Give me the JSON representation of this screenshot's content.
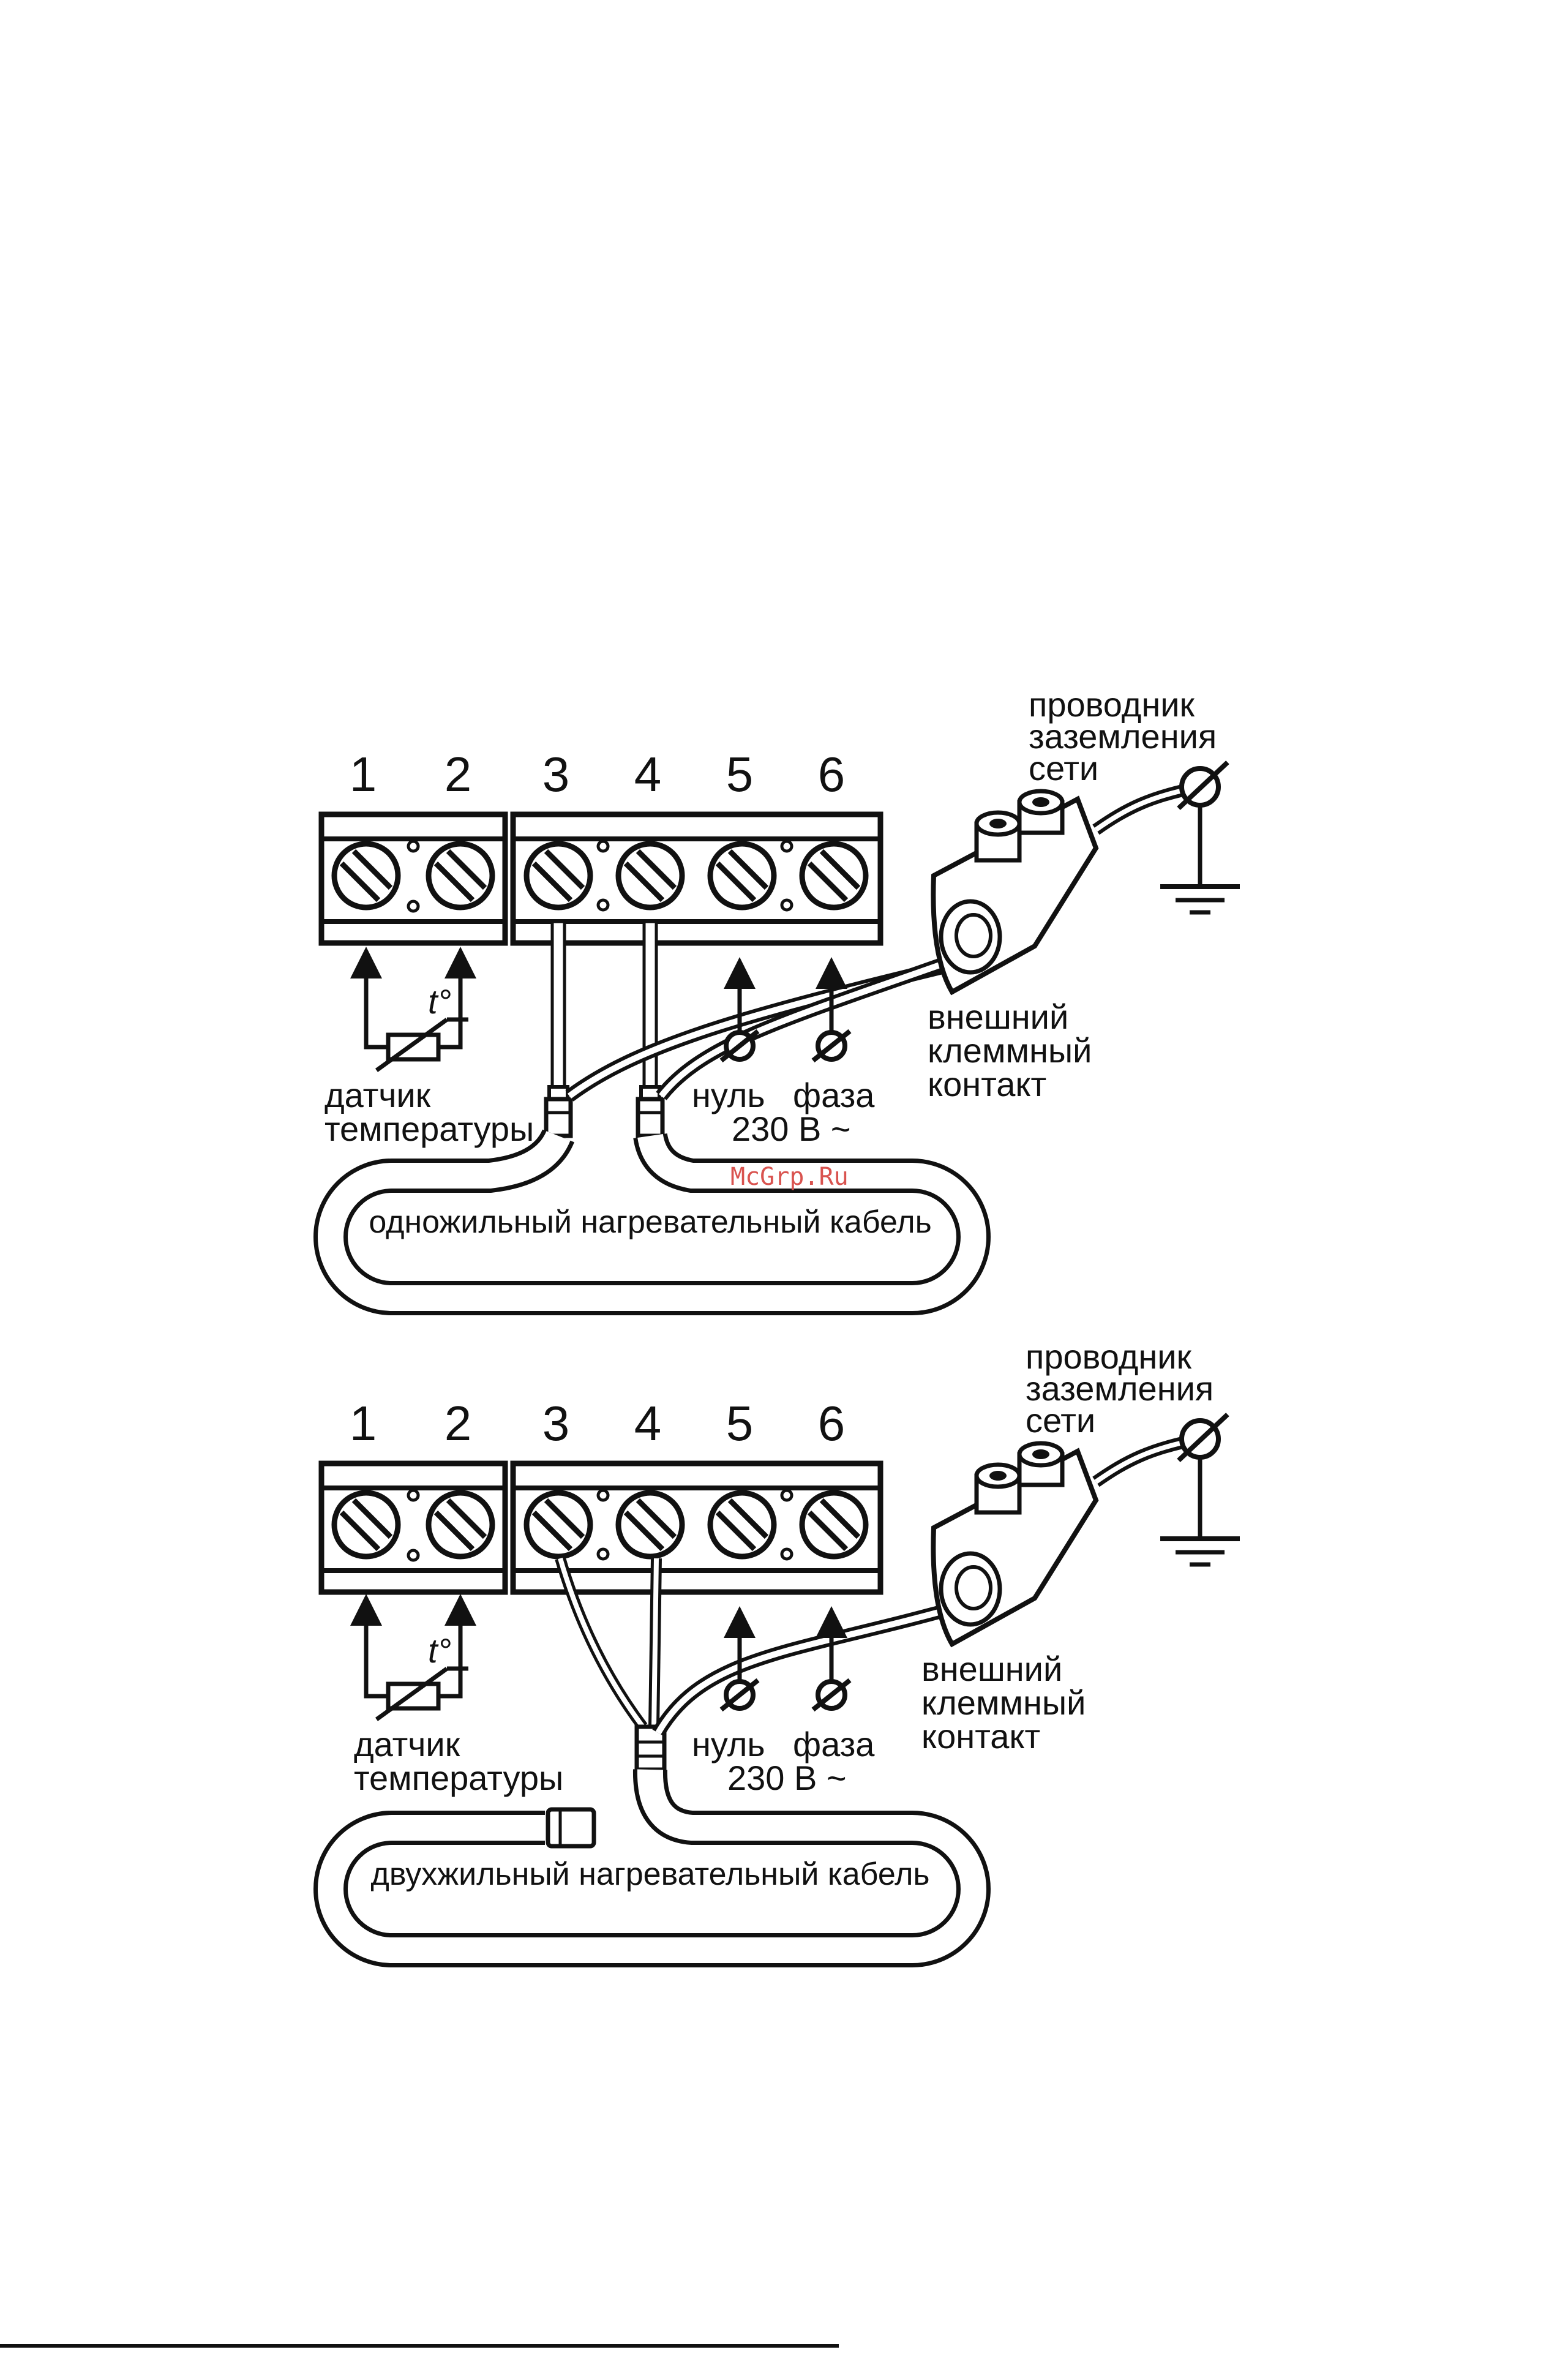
{
  "diagram_1": {
    "terminals": [
      "1",
      "2",
      "3",
      "4",
      "5",
      "6"
    ],
    "sensor_label_line1": "датчик",
    "sensor_label_line2": "температуры",
    "sensor_symbol": "t°",
    "neutral_label": "нуль",
    "phase_label": "фаза",
    "voltage_label": "230 В ~",
    "ground_label_line1": "проводник",
    "ground_label_line2": "заземления",
    "ground_label_line3": "сети",
    "clamp_label_line1": "внешний",
    "clamp_label_line2": "клеммный",
    "clamp_label_line3": "контакт",
    "cable_label": "одножильный нагревательный кабель"
  },
  "diagram_2": {
    "terminals": [
      "1",
      "2",
      "3",
      "4",
      "5",
      "6"
    ],
    "sensor_label_line1": "датчик",
    "sensor_label_line2": "температуры",
    "sensor_symbol": "t°",
    "neutral_label": "нуль",
    "phase_label": "фаза",
    "voltage_label": "230 В ~",
    "ground_label_line1": "проводник",
    "ground_label_line2": "заземления",
    "ground_label_line3": "сети",
    "clamp_label_line1": "внешний",
    "clamp_label_line2": "клеммный",
    "clamp_label_line3": "контакт",
    "cable_label": "двухжильный нагревательный кабель"
  },
  "watermark": "McGrp.Ru",
  "colors": {
    "ink": "#111111",
    "paper": "#ffffff",
    "watermark": "#d9534f"
  }
}
